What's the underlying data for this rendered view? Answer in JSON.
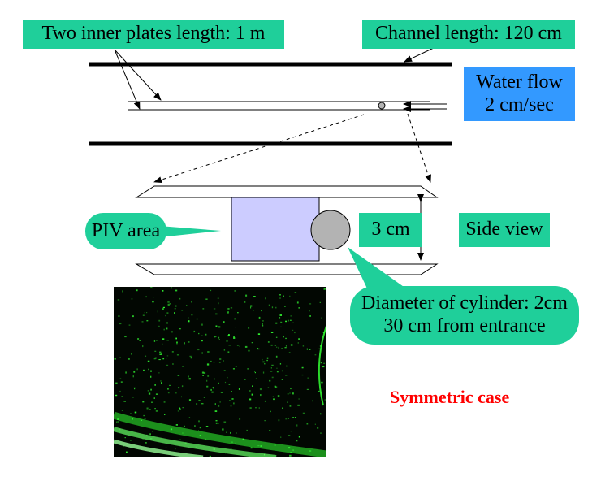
{
  "labels": {
    "plates": "Two inner plates length: 1 m",
    "channel": "Channel length: 120 cm",
    "flow_line1": "Water flow",
    "flow_line2": "2  cm/sec",
    "piv": "PIV area",
    "three_cm": "3 cm",
    "side_view": "Side view",
    "cylinder_line1": "Diameter of cylinder: 2cm",
    "cylinder_line2": "30 cm from entrance",
    "symmetric": "Symmetric case"
  },
  "colors": {
    "callout": "#1fcf9a",
    "flow_box": "#3399ff",
    "piv_area": "#ccccff",
    "cylinder": "#b3b3b3",
    "particles": "#33ff33",
    "symmetric_text": "#ff0000"
  }
}
